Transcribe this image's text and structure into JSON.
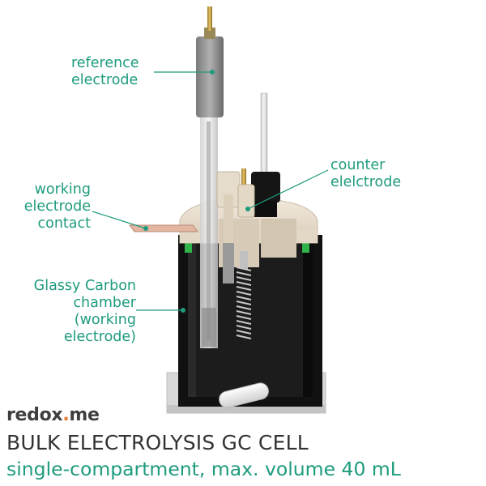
{
  "labels": {
    "reference": [
      "reference",
      "electrode"
    ],
    "counter": [
      "counter",
      "elelctrode"
    ],
    "working_contact": [
      "working",
      "electrode",
      "contact"
    ],
    "glassy_carbon": [
      "Glassy Carbon",
      "chamber",
      "(working",
      "electrode)"
    ]
  },
  "brand": {
    "pre": "redox",
    "dot": ".",
    "post": "me"
  },
  "title": "BULK ELECTROLYSIS GC CELL",
  "subtitle": "single-compartment, max. volume 40 mL",
  "colors": {
    "accent": "#1e9b7e",
    "brand_dot": "#e8782a",
    "title_text": "#333333"
  }
}
